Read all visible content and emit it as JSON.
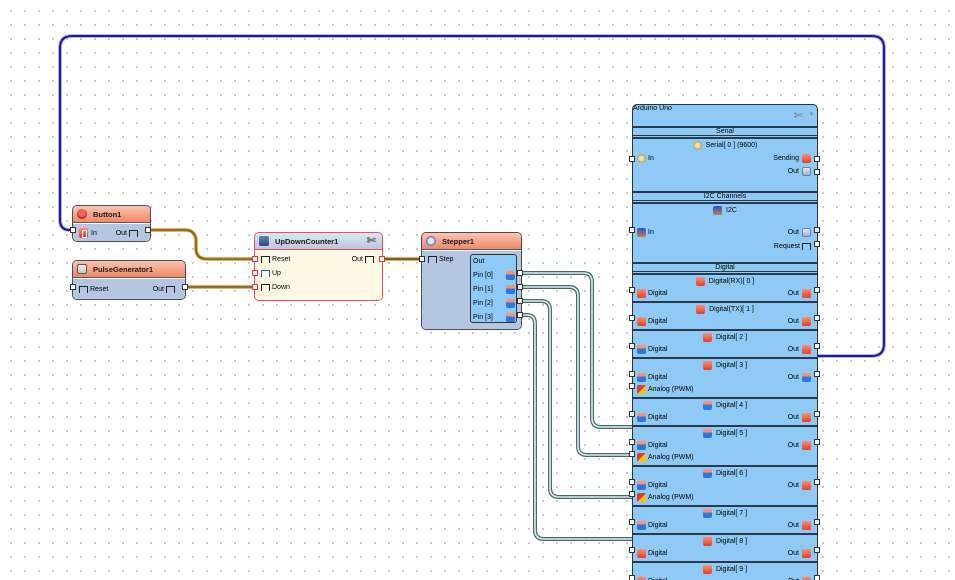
{
  "components": {
    "button": {
      "title": "Button1",
      "pins": {
        "in": "In",
        "out": "Out"
      }
    },
    "pulse_generator": {
      "title": "PulseGenerator1",
      "pins": {
        "reset": "Reset",
        "out": "Out"
      }
    },
    "updown_counter": {
      "title": "UpDownCounter1",
      "pins": {
        "reset": "Reset",
        "up": "Up",
        "down": "Down",
        "out": "Out"
      }
    },
    "stepper": {
      "title": "Stepper1",
      "pins": {
        "step": "Step",
        "out": "Out",
        "pin0": "Pin [0]",
        "pin1": "Pin [1]",
        "pin2": "Pin [2]",
        "pin3": "Pin [3]"
      }
    },
    "arduino": {
      "title": "Arduino Uno",
      "serial": {
        "section": "Serial",
        "channel": "Serial[ 0 ] (9600)",
        "in": "In",
        "sending": "Sending",
        "out": "Out"
      },
      "i2c": {
        "section": "I2C Channels",
        "channel": "I2C",
        "in": "In",
        "out": "Out",
        "request": "Request"
      },
      "digital": {
        "section": "Digital",
        "channels": [
          {
            "title": "Digital(RX)[ 0 ]",
            "input": "Digital",
            "out": "Out",
            "analog": null
          },
          {
            "title": "Digital(TX)[ 1 ]",
            "input": "Digital",
            "out": "Out",
            "analog": null
          },
          {
            "title": "Digital[ 2 ]",
            "input": "Digital",
            "out": "Out",
            "analog": null
          },
          {
            "title": "Digital[ 3 ]",
            "input": "Digital",
            "out": "Out",
            "analog": "Analog (PWM)"
          },
          {
            "title": "Digital[ 4 ]",
            "input": "Digital",
            "out": "Out",
            "analog": null
          },
          {
            "title": "Digital[ 5 ]",
            "input": "Digital",
            "out": "Out",
            "analog": "Analog (PWM)"
          },
          {
            "title": "Digital[ 6 ]",
            "input": "Digital",
            "out": "Out",
            "analog": "Analog (PWM)"
          },
          {
            "title": "Digital[ 7 ]",
            "input": "Digital",
            "out": "Out",
            "analog": null
          },
          {
            "title": "Digital[ 8 ]",
            "input": "Digital",
            "out": "Out",
            "analog": null
          },
          {
            "title": "Digital[ 9 ]",
            "input": "Digital",
            "out": "Out",
            "analog": null
          }
        ]
      }
    }
  },
  "connections": [
    {
      "from": "Button1.Out",
      "to": "UpDownCounter1.Reset",
      "color": "#b07a10"
    },
    {
      "from": "PulseGenerator1.Out",
      "to": "UpDownCounter1.Down",
      "color": "#b07a10"
    },
    {
      "from": "UpDownCounter1.Out",
      "to": "Stepper1.Step",
      "color": "#8a6010"
    },
    {
      "from": "Stepper1.Pin[0]",
      "to": "ArduinoUno.Digital[4]",
      "color": "#5a8a8a"
    },
    {
      "from": "Stepper1.Pin[1]",
      "to": "ArduinoUno.Digital[5]",
      "color": "#5a8a8a"
    },
    {
      "from": "Stepper1.Pin[2]",
      "to": "ArduinoUno.Digital[6]",
      "color": "#5a8a8a"
    },
    {
      "from": "Stepper1.Pin[3]",
      "to": "ArduinoUno.Digital[7]",
      "color": "#5a8a8a"
    },
    {
      "from": "ArduinoUno.Digital[2].Out",
      "to": "Button1.In",
      "color": "#1a1aa0"
    }
  ]
}
